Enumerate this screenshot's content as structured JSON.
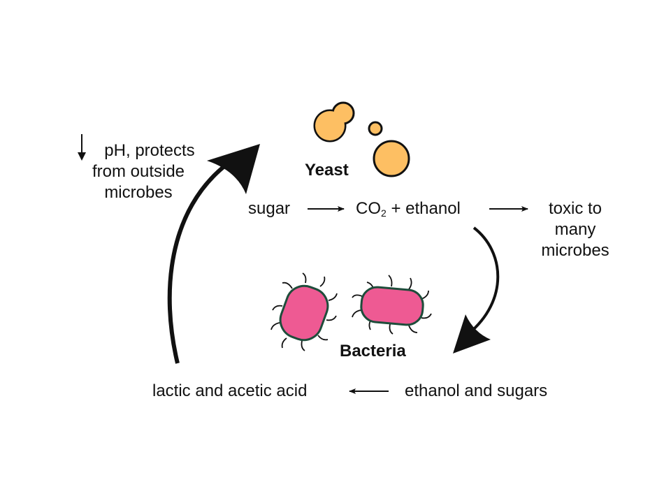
{
  "labels": {
    "yeast": "Yeast",
    "bacteria": "Bacteria",
    "sugar": "sugar",
    "co2_main": "CO",
    "co2_sub": "2",
    "plus_ethanol": " + ethanol",
    "toxic_line1": "toxic to",
    "toxic_line2": "many",
    "toxic_line3": "microbes",
    "ph_line1": "pH, protects",
    "ph_line2": "from outside",
    "ph_line3": "microbes",
    "acids": "lactic and acetic acid",
    "ethanol_sugars": "ethanol and sugars"
  },
  "colors": {
    "yeast_fill": "#FDBF63",
    "bacteria_fill": "#EE5A93",
    "bacteria_outline": "#1E4D3B",
    "ink": "#111111"
  },
  "icons": [
    "yeast-cells-icon",
    "bacterium-icon",
    "down-arrow-icon"
  ]
}
